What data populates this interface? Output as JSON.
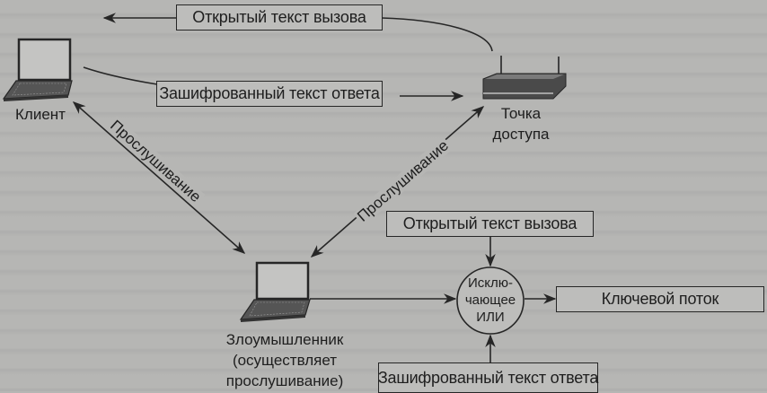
{
  "diagram": {
    "nodes": {
      "client": {
        "label": "Клиент",
        "icon": "laptop-icon"
      },
      "access_point": {
        "label_line1": "Точка",
        "label_line2": "доступа",
        "icon": "wireless-router-icon"
      },
      "attacker": {
        "label_line1": "Злоумышленник",
        "label_line2": "(осуществляет",
        "label_line3": "прослушивание)",
        "icon": "laptop-icon"
      },
      "xor": {
        "line1": "Исклю-",
        "line2": "чающее",
        "line3": "ИЛИ"
      }
    },
    "boxes": {
      "top_challenge": "Открытый текст вызова",
      "top_response": "Зашифрованный текст ответа",
      "xor_challenge": "Открытый текст вызова",
      "xor_response": "Зашифрованный текст ответа",
      "keystream": "Ключевой поток"
    },
    "edges": {
      "sniff_left": "Прослушивание",
      "sniff_right": "Прослушивание"
    }
  }
}
